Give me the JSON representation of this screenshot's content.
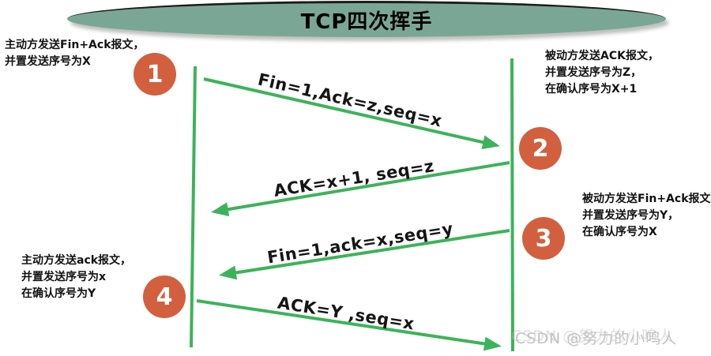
{
  "title": "TCP四次挥手",
  "watermark": "CSDN @努力的小鸣人",
  "colors": {
    "banner_green": "#7aa795",
    "arrow_green": "#3cb35a",
    "circle_orange": "#d2603e"
  },
  "annotations": {
    "left_top": [
      "主动方发送Fin+Ack报文，",
      "并置发送序号为X"
    ],
    "right_top": [
      "被动方发送ACK报文，",
      "并置发送序号为Z，",
      "在确认序号为X+1"
    ],
    "right_middle": [
      "被动方发送Fin+Ack报文",
      "并置发送序号为Y，",
      "在确认序号为X"
    ],
    "left_bottom": [
      "主动方发送ack报文，",
      "并置发送序号为x",
      "在确认序号为Y"
    ]
  },
  "steps": [
    {
      "number": "1",
      "message": "Fin=1,Ack=z,seq=x"
    },
    {
      "number": "2",
      "message": "ACK=x+1, seq=z"
    },
    {
      "number": "3",
      "message": "Fin=1,ack=x,seq=y"
    },
    {
      "number": "4",
      "message": "ACK=Y ,seq=x"
    }
  ]
}
